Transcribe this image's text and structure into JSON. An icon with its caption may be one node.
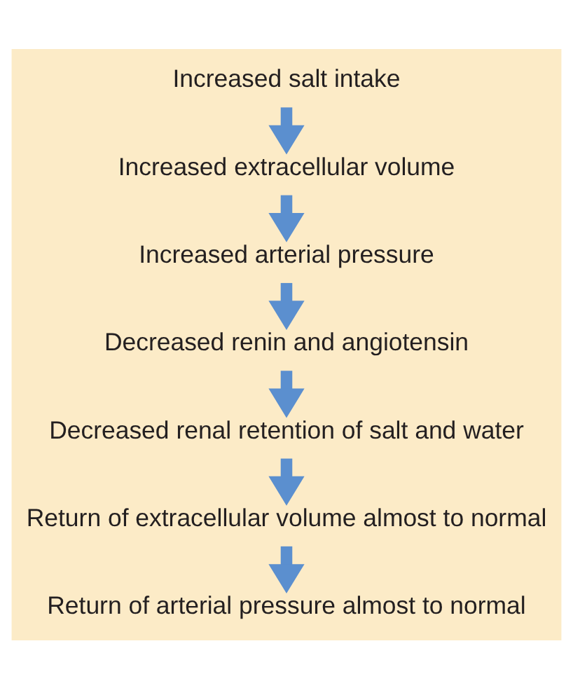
{
  "diagram": {
    "nodes": [
      {
        "text": [
          "Increased salt intake"
        ]
      },
      {
        "text": [
          "Increased extracellular volume"
        ]
      },
      {
        "text": [
          "Increased arterial pressure"
        ]
      },
      {
        "text": [
          "Decreased renin and angiotensin"
        ]
      },
      {
        "text": [
          "Decreased renal retention of salt and water"
        ]
      },
      {
        "text": [
          "Return of extracellular volume almost to normal"
        ]
      },
      {
        "text": [
          "Return of arterial pressure almost to normal"
        ]
      }
    ],
    "edges": [
      {
        "from": 0,
        "to": 1,
        "arrow": "to"
      },
      {
        "from": 1,
        "to": 2,
        "arrow": "to"
      },
      {
        "from": 2,
        "to": 3,
        "arrow": "to"
      },
      {
        "from": 3,
        "to": 4,
        "arrow": "to"
      },
      {
        "from": 4,
        "to": 5,
        "arrow": "to"
      },
      {
        "from": 5,
        "to": 6,
        "arrow": "to"
      }
    ]
  }
}
